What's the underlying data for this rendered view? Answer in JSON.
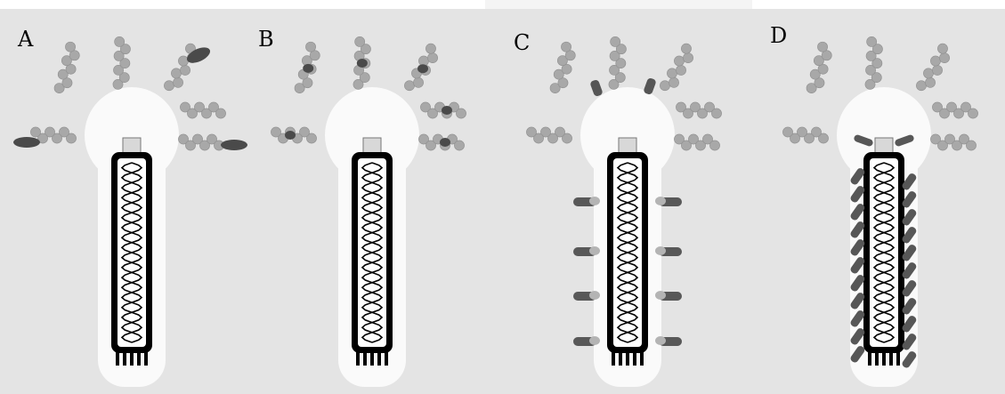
{
  "figure": {
    "panels": [
      {
        "label": "A"
      },
      {
        "label": "B"
      },
      {
        "label": "C"
      },
      {
        "label": "D"
      }
    ]
  },
  "colors": {
    "background": "#e4e4e4",
    "halo": "#fafafa",
    "filament": "#a8a8a8",
    "cargo_dark": "#4a4a4a",
    "body": "#000000"
  }
}
